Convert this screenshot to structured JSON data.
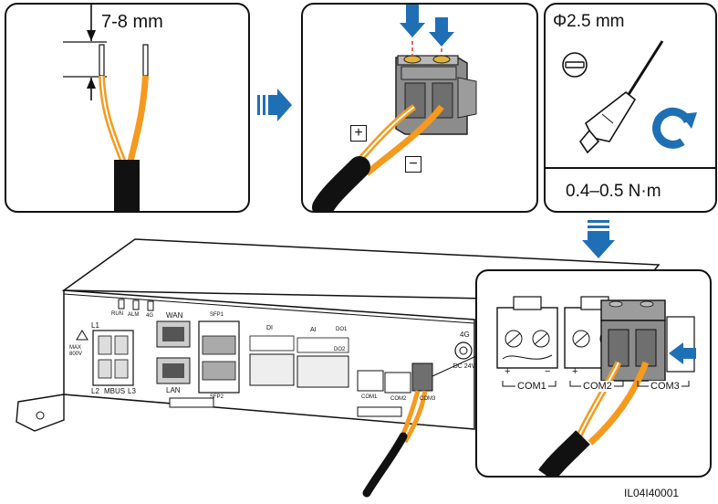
{
  "step1": {
    "strip_length": "7-8 mm"
  },
  "step2": {
    "plus_sign": "+",
    "minus_sign": "−"
  },
  "step3": {
    "screwdriver_size": "Φ2.5 mm",
    "torque": "0.4–0.5 N·m"
  },
  "device": {
    "status_leds": [
      "RUN",
      "ALM",
      "4G"
    ],
    "wan_label": "WAN",
    "lan_label": "LAN",
    "power_terminal_labels": [
      "L1",
      "L2",
      "MBUS",
      "L3"
    ],
    "warning_text": "MAX 800V",
    "sfp_labels": [
      "SFP1",
      "SFP2"
    ],
    "di_label": "DI",
    "ai_label": "AI",
    "do_labels": [
      "DO1",
      "DO2"
    ],
    "com_labels_small": [
      "COM1",
      "COM2",
      "COM3"
    ],
    "dc_label": "DC 24V",
    "signal_4g": "4G"
  },
  "zoom": {
    "com_labels": [
      "COM1",
      "COM2",
      "COM3"
    ],
    "plus": "+",
    "minus": "−"
  },
  "figure_id": "IL04I40001",
  "colors": {
    "arrow_blue": "#1f6fb5",
    "wire_orange": "#f59a1e",
    "cable_black": "#111111",
    "connector_gray": "#8c8c8c"
  }
}
